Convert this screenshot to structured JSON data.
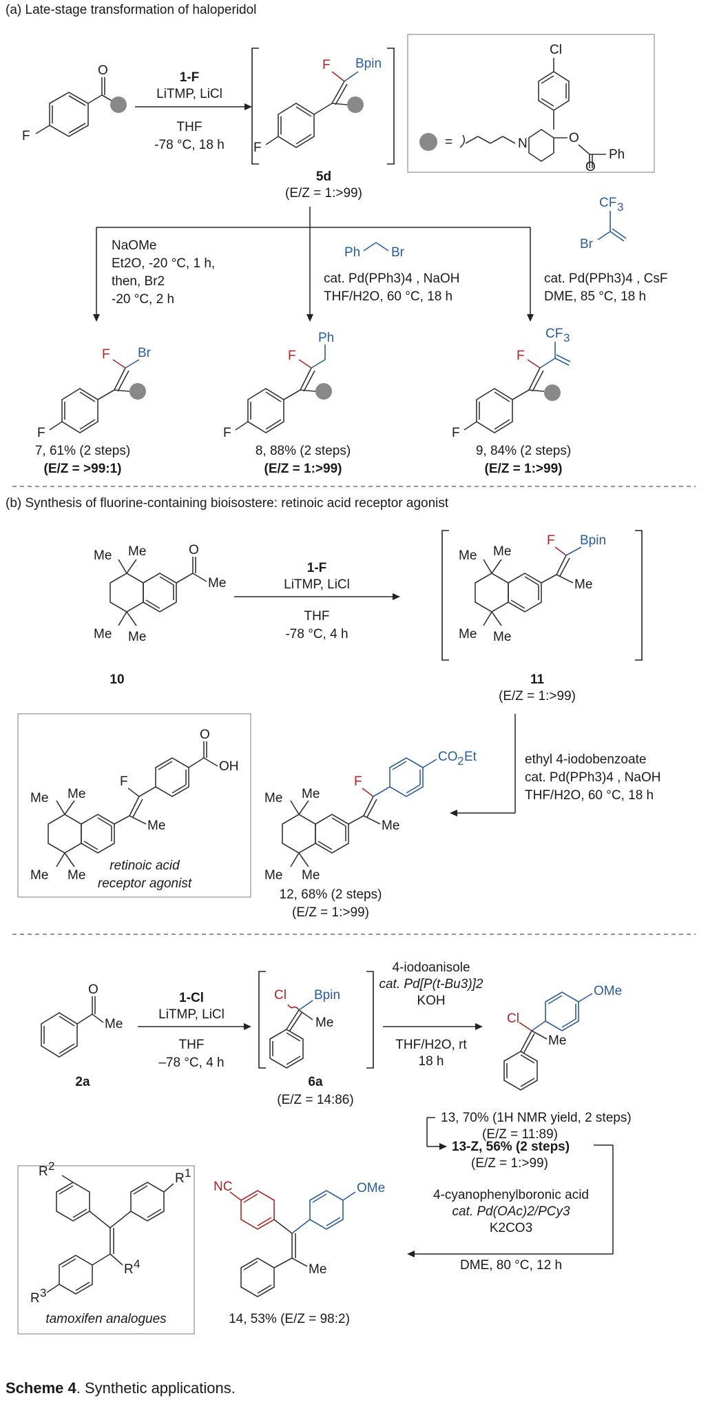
{
  "section_a": {
    "title": "(a) Late-stage transformation of haloperidol",
    "reagent": "1-F",
    "base": "LiTMP, LiCl",
    "solvent": "THF",
    "conditions": "-78 °C, 18 h",
    "intermediate_id": "5d",
    "intermediate_ratio": "(E/Z = 1:>99)",
    "legend_eq": "=",
    "cond_7": [
      "NaOMe",
      "Et2O, -20 °C, 1 h,",
      "then, Br2",
      "-20 °C, 2 h"
    ],
    "cond_8_reagent": "PhCH2Br",
    "cond_8": [
      "cat. Pd(PPh3)4 , NaOH",
      "THF/H2O, 60 °C, 18 h"
    ],
    "cond_9": [
      "cat. Pd(PPh3)4 , CsF",
      "DME, 85 °C, 18 h"
    ],
    "prod_7": "7, 61% (2 steps)",
    "prod_7_ratio": "(E/Z = >99:1)",
    "prod_8": "8, 88% (2 steps)",
    "prod_8_ratio": "(E/Z = 1:>99)",
    "prod_9": "9, 84% (2 steps)",
    "prod_9_ratio": "(E/Z = 1:>99)"
  },
  "section_b": {
    "title": "(b) Synthesis of fluorine-containing bioisostere: retinoic acid receptor agonist",
    "start_id": "10",
    "reagent": "1-F",
    "base": "LiTMP, LiCl",
    "solvent": "THF",
    "conditions": "-78 °C, 4 h",
    "intermediate_id": "11",
    "intermediate_ratio": "(E/Z = 1:>99)",
    "coupling": [
      "ethyl 4-iodobenzoate",
      "cat. Pd(PPh3)4 , NaOH",
      "THF/H2O, 60 °C, 18 h"
    ],
    "product": "12, 68% (2 steps)",
    "product_ratio": "(E/Z = 1:>99)",
    "target_name": [
      "retinoic acid",
      "receptor agonist"
    ]
  },
  "section_c": {
    "start_id": "2a",
    "reagent": "1-Cl",
    "base": "LiTMP, LiCl",
    "solvent": "THF",
    "conditions": "–78 °C, 4 h",
    "intermediate_id": "6a",
    "intermediate_ratio": "(E/Z = 14:86)",
    "coupling": [
      "4-iodoanisole",
      "cat. Pd[P(t-Bu3)]2",
      "KOH",
      "THF/H2O, rt",
      "18 h"
    ],
    "prod_13": "13, 70% (1H NMR yield, 2 steps)",
    "prod_13_ratio": "(E/Z = 11:89)",
    "prod_13z": "13-Z, 56% (2 steps)",
    "prod_13z_ratio": "(E/Z = 1:>99)",
    "coupling2": [
      "4-cyanophenylboronic acid",
      "cat. Pd(OAc)2/PCy3",
      "K2CO3",
      "DME, 80 °C, 12 h"
    ],
    "prod_14": "14, 53% (E/Z = 98:2)",
    "target_name": "tamoxifen analogues"
  },
  "caption": {
    "label": "Scheme 4",
    "text": ". Synthetic applications."
  },
  "colors": {
    "red": "#b22222",
    "blue": "#2a5c9a",
    "ball": "#888888"
  }
}
